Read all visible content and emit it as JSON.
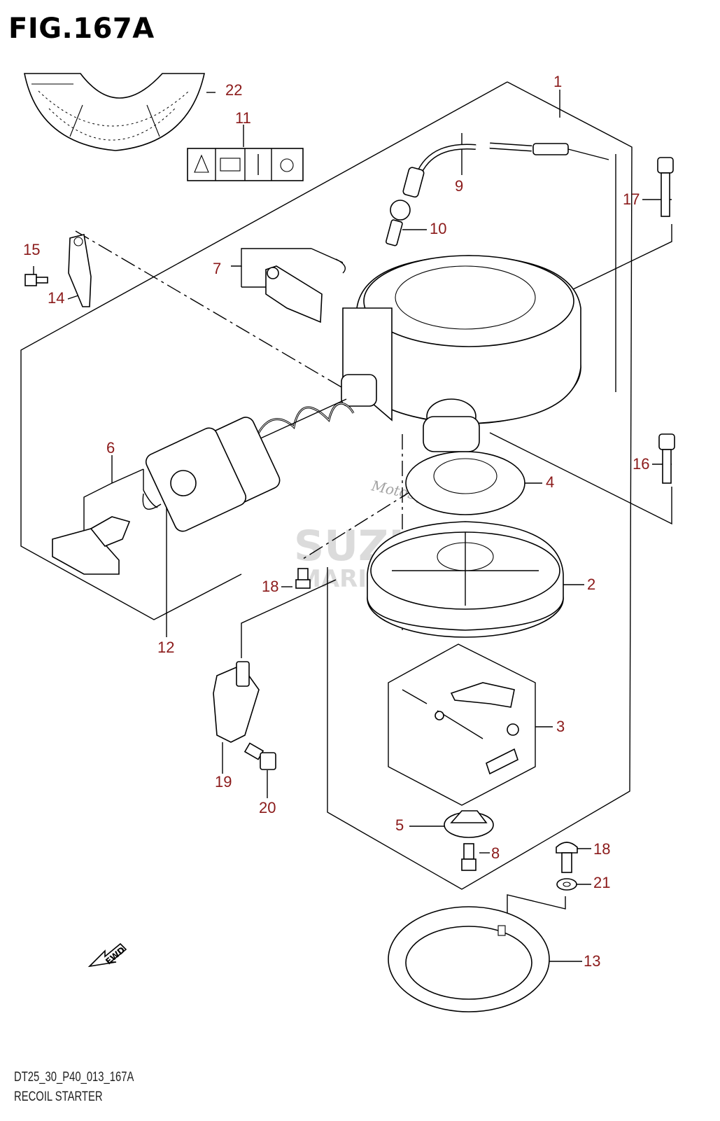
{
  "figure": {
    "title": "FIG.167A",
    "code": "DT25_30_P40_013_167A",
    "caption": "RECOIL STARTER"
  },
  "watermark": {
    "brand": "SUZUKI",
    "sub": "MARINE PARTS",
    "script": "MotoSpareParts"
  },
  "fwd_label": "FWD",
  "callouts": [
    "1",
    "2",
    "3",
    "4",
    "5",
    "6",
    "7",
    "8",
    "9",
    "10",
    "11",
    "12",
    "13",
    "14",
    "15",
    "16",
    "17",
    "18",
    "18",
    "19",
    "20",
    "21",
    "22"
  ],
  "colors": {
    "callout": "#8b1a1a",
    "line": "#000000"
  }
}
